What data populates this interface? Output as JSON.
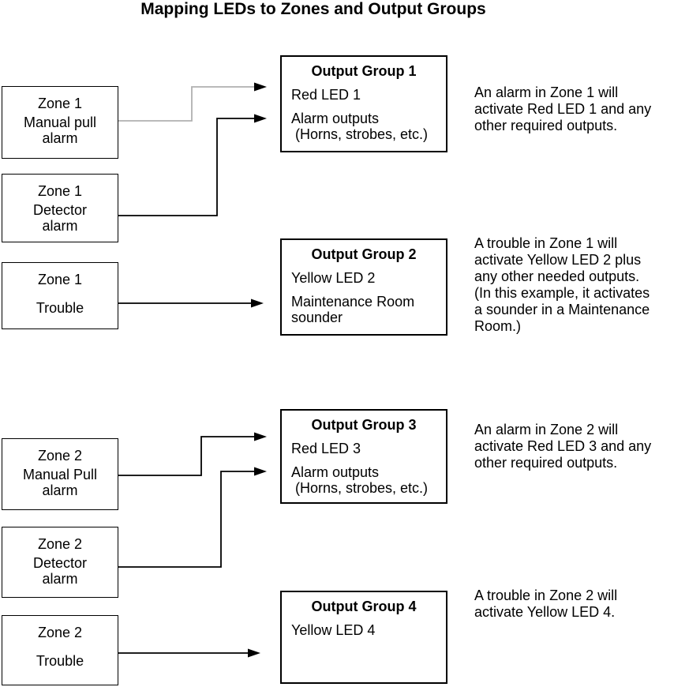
{
  "title": "Mapping LEDs to Zones and Output Groups",
  "zones": [
    {
      "lines": [
        "Zone 1",
        "Manual pull",
        "alarm"
      ]
    },
    {
      "lines": [
        "Zone 1",
        "Detector",
        "alarm"
      ]
    },
    {
      "lines": [
        "Zone 1",
        "Trouble"
      ]
    },
    {
      "lines": [
        "Zone 2",
        "Manual Pull",
        "alarm"
      ]
    },
    {
      "lines": [
        "Zone 2",
        "Detector",
        "alarm"
      ]
    },
    {
      "lines": [
        "Zone 2",
        "Trouble"
      ]
    }
  ],
  "output_groups": [
    {
      "title": "Output Group 1",
      "lines": [
        "Red LED 1",
        "Alarm outputs",
        " (Horns, strobes, etc.)"
      ]
    },
    {
      "title": "Output Group 2",
      "lines": [
        "Yellow LED 2",
        "Maintenance Room",
        "sounder"
      ]
    },
    {
      "title": "Output Group 3",
      "lines": [
        "Red LED 3",
        "Alarm outputs",
        " (Horns, strobes, etc.)"
      ]
    },
    {
      "title": "Output Group 4",
      "lines": [
        "Yellow LED 4"
      ]
    }
  ],
  "notes": [
    {
      "lines": [
        "An alarm in Zone 1 will",
        "activate Red LED 1 and any",
        "other required outputs."
      ]
    },
    {
      "lines": [
        "A trouble in Zone 1 will",
        "activate Yellow LED 2 plus",
        "any other needed outputs.",
        "(In this example, it activates",
        "a sounder in a Maintenance",
        "Room.)"
      ]
    },
    {
      "lines": [
        "An alarm in Zone 2 will",
        "activate Red LED 3 and any",
        "other required outputs."
      ]
    },
    {
      "lines": [
        "A trouble in Zone 2 will",
        "activate Yellow LED 4."
      ]
    }
  ],
  "colors": {
    "background": "#ffffff",
    "text": "#000000",
    "connector": "#000000",
    "connector_alt": "#b0b0b0",
    "box_border": "#000000"
  }
}
